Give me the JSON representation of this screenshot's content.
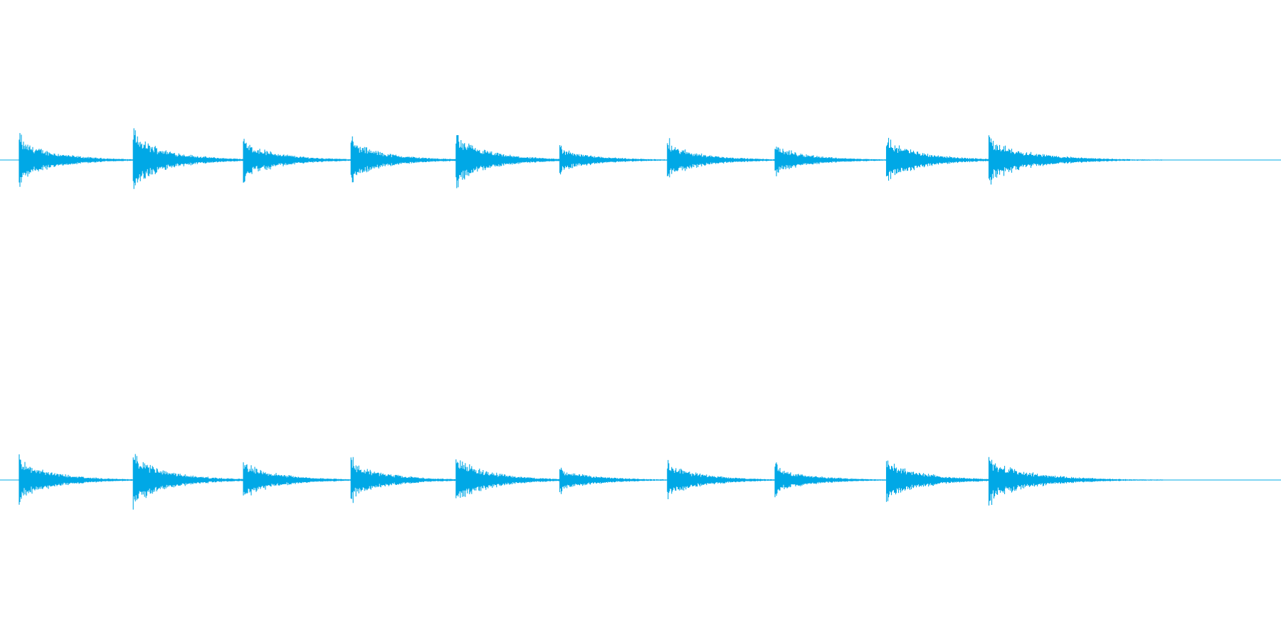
{
  "waveform": {
    "channel_count": 2,
    "color": "#00a8e6",
    "background": "#ffffff",
    "duration_fraction_with_audio": 0.86,
    "hits": [
      {
        "onset": 0.015,
        "amplitude": 0.8
      },
      {
        "onset": 0.104,
        "amplitude": 1.0
      },
      {
        "onset": 0.19,
        "amplitude": 0.72
      },
      {
        "onset": 0.274,
        "amplitude": 0.74
      },
      {
        "onset": 0.356,
        "amplitude": 0.88
      },
      {
        "onset": 0.437,
        "amplitude": 0.46
      },
      {
        "onset": 0.521,
        "amplitude": 0.65
      },
      {
        "onset": 0.605,
        "amplitude": 0.55
      },
      {
        "onset": 0.692,
        "amplitude": 0.82
      },
      {
        "onset": 0.772,
        "amplitude": 0.8
      }
    ],
    "decay_length": 0.085
  }
}
